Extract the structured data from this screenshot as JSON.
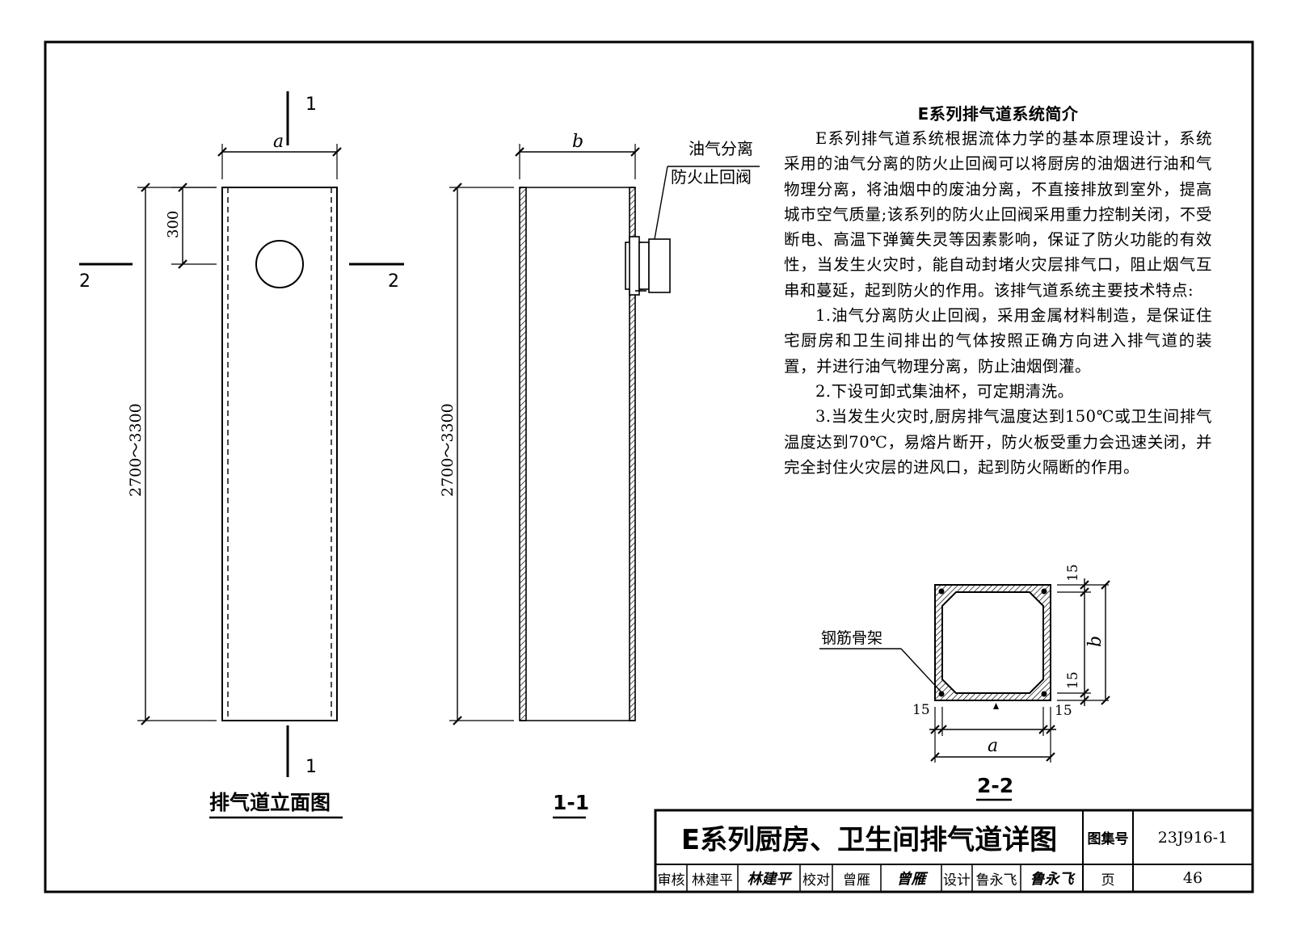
{
  "elevation": {
    "section_1_top": "1",
    "section_1_bottom": "1",
    "section_2_left": "2",
    "section_2_right": "2",
    "dim_a": "a",
    "dim_300": "300",
    "dim_height": "2700～3300",
    "title": "排气道立面图"
  },
  "section_1_1": {
    "dim_b": "b",
    "dim_height": "2700～3300",
    "valve_label_line1": "油气分离",
    "valve_label_line2": "防火止回阀",
    "title": "1-1"
  },
  "section_2_2": {
    "rebar_label": "钢筋骨架",
    "dim_top_15": "15",
    "dim_mid_15": "15",
    "dim_bottom_right_15": "15",
    "dim_bottom_left_15": "15",
    "dim_b": "b",
    "dim_a": "a",
    "title": "2-2"
  },
  "intro": {
    "heading": "E系列排气道系统简介",
    "para1": "E系列排气道系统根据流体力学的基本原理设计，系统采用的油气分离的防火止回阀可以将厨房的油烟进行油和气物理分离，将油烟中的废油分离，不直接排放到室外，提高城市空气质量;该系列的防火止回阀采用重力控制关闭，不受断电、高温下弹簧失灵等因素影响，保证了防火功能的有效性，当发生火灾时，能自动封堵火灾层排气口，阻止烟气互串和蔓延，起到防火的作用。该排气道系统主要技术特点:",
    "item1": "1.油气分离防火止回阀，采用金属材料制造，是保证住宅厨房和卫生间排出的气体按照正确方向进入排气道的装置，并进行油气物理分离，防止油烟倒灌。",
    "item2": "2.下设可卸式集油杯，可定期清洗。",
    "item3": "3.当发生火灾时,厨房排气温度达到150℃或卫生间排气温度达到70℃，易熔片断开，防火板受重力会迅速关闭，并完全封住火灾层的进风口，起到防火隔断的作用。"
  },
  "title_block": {
    "drawing_title": "E系列厨房、卫生间排气道详图",
    "atlas_label": "图集号",
    "atlas_no": "23J916-1",
    "review_label": "审核",
    "reviewer": "林建平",
    "reviewer_sig": "林建平",
    "check_label": "校对",
    "checker": "曾雁",
    "checker_sig": "曾雁",
    "design_label": "设计",
    "designer": "鲁永飞",
    "designer_sig": "鲁永飞",
    "page_label": "页",
    "page_no": "46"
  }
}
